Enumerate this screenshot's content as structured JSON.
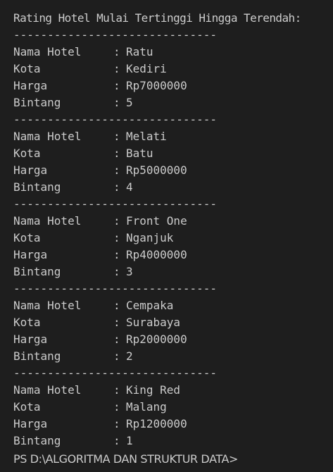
{
  "title": "Rating Hotel Mulai Tertinggi Hingga Terendah:",
  "separator": "------------------------------",
  "labels": {
    "name": "Nama Hotel",
    "city": "Kota",
    "price": "Harga",
    "stars": "Bintang",
    "colon": ":"
  },
  "hotels": [
    {
      "name": "Ratu",
      "city": "Kediri",
      "price": "Rp7000000",
      "stars": "5"
    },
    {
      "name": "Melati",
      "city": "Batu",
      "price": "Rp5000000",
      "stars": "4"
    },
    {
      "name": "Front One",
      "city": "Nganjuk",
      "price": "Rp4000000",
      "stars": "3"
    },
    {
      "name": "Cempaka",
      "city": "Surabaya",
      "price": "Rp2000000",
      "stars": "2"
    },
    {
      "name": "King Red",
      "city": "Malang",
      "price": "Rp1200000",
      "stars": "1"
    }
  ],
  "prompt": "PS D:\\ALGORITMA DAN STRUKTUR DATA>"
}
